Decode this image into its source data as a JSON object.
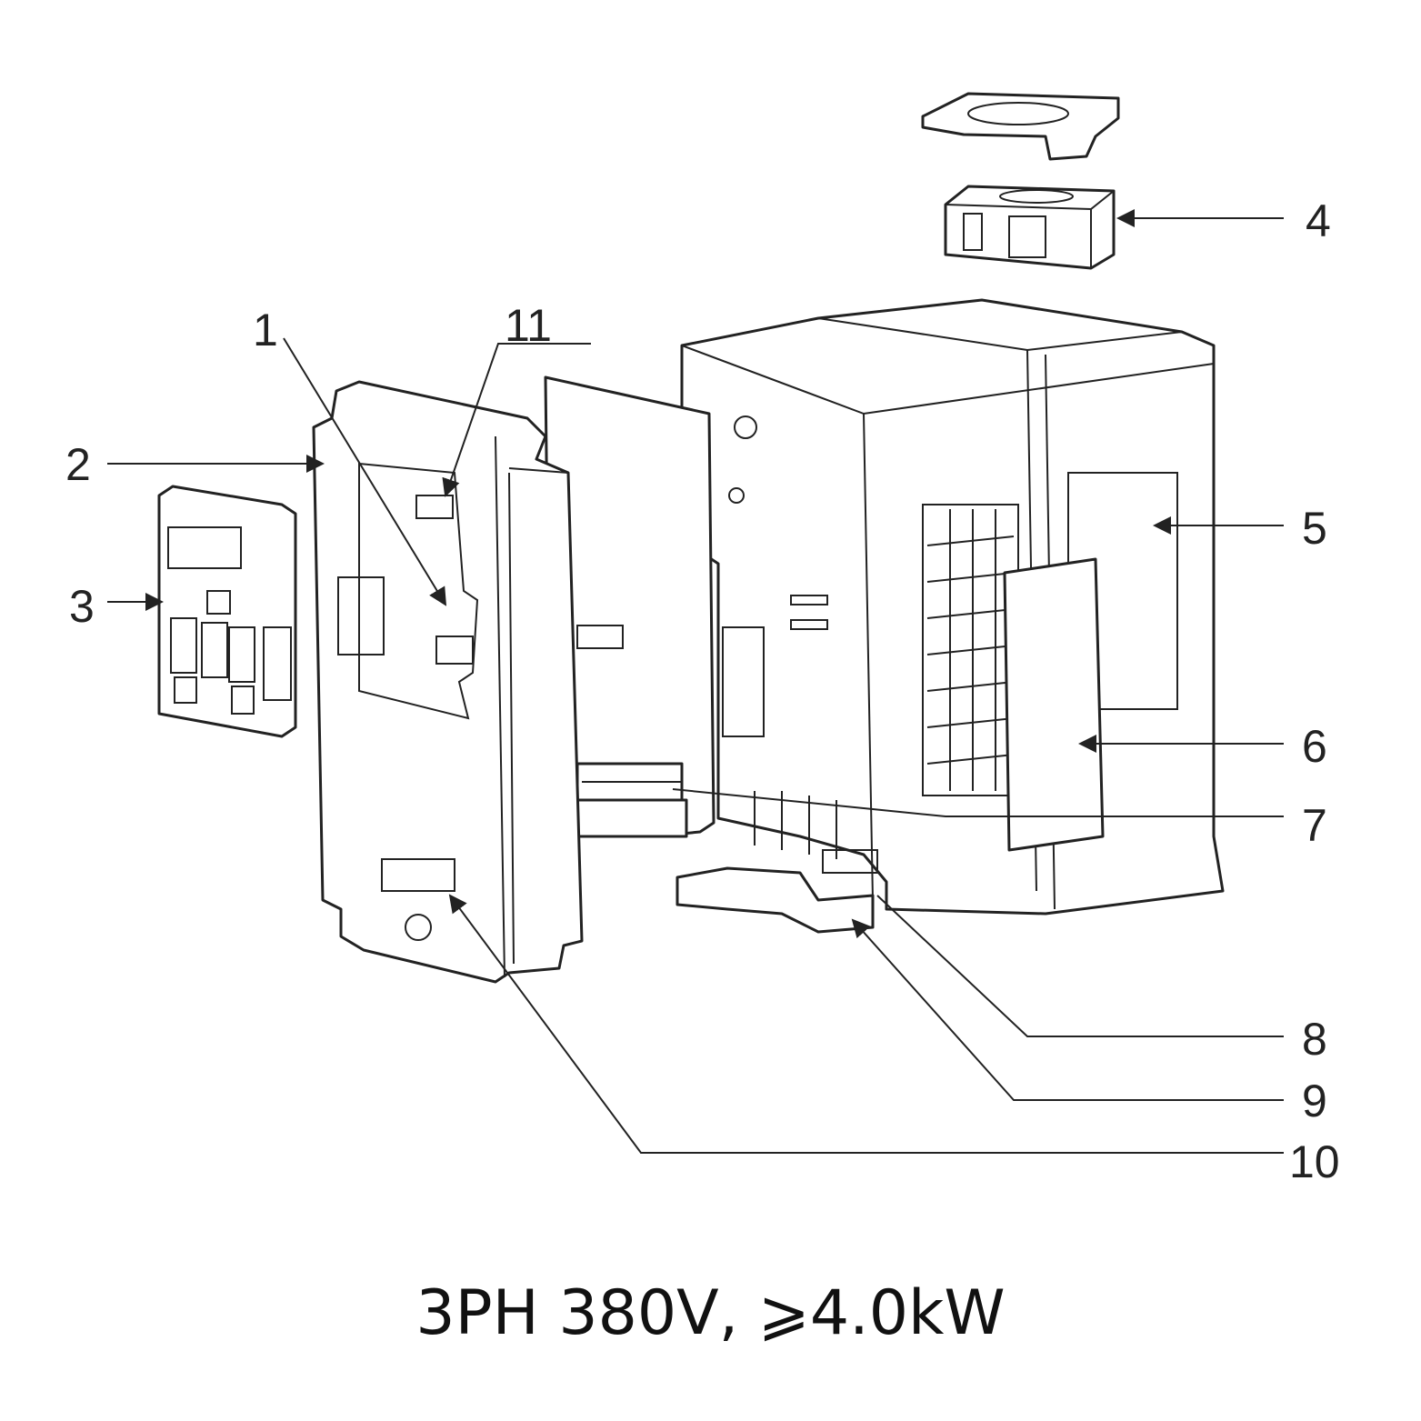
{
  "callouts": [
    "1",
    "2",
    "3",
    "4",
    "5",
    "6",
    "7",
    "8",
    "9",
    "10",
    "11"
  ],
  "caption": "3PH 380V, ⩾4.0kW"
}
